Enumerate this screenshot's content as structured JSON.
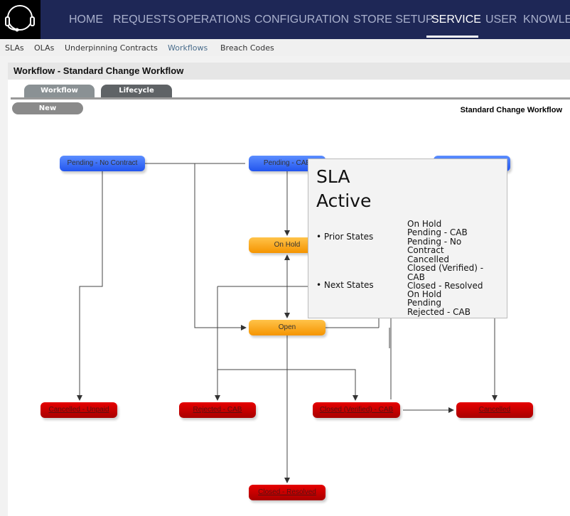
{
  "nav": {
    "items": [
      "HOME",
      "REQUESTS",
      "OPERATIONS",
      "CONFIGURATION",
      "STORE SETUP",
      "SERVICE",
      "USER",
      "KNOWLEDGE"
    ],
    "active": "SERVICE"
  },
  "subnav": {
    "items": [
      "SLAs",
      "OLAs",
      "Underpinning Contracts",
      "Workflows",
      "Breach Codes"
    ],
    "active": "Workflows"
  },
  "panel": {
    "title": "Workflow - Standard Change Workflow",
    "tabs": [
      "Workflow",
      "Lifecycle"
    ],
    "new_label": "New",
    "workflow_name": "Standard Change Workflow"
  },
  "nodes": {
    "pending_no_contract": "Pending - No Contract",
    "pending_cab": "Pending - CAB",
    "on_hold": "On Hold",
    "open": "Open",
    "cancelled_unpaid": "Cancelled - Unpaid",
    "rejected_cab": "Rejected - CAB",
    "closed_verified_cab": "Closed (Verified) - CAB",
    "cancelled": "Cancelled",
    "closed_resolved": "Closed - Resolved"
  },
  "tooltip": {
    "title": "SLA Active",
    "prior_label": "• Prior States",
    "prior_states": [
      "On Hold",
      "Pending - CAB",
      "Pending - No Contract"
    ],
    "next_label": "• Next States",
    "next_states": [
      "Cancelled",
      "Closed (Verified) - CAB",
      "Closed - Resolved",
      "On Hold",
      "Pending",
      "Rejected - CAB"
    ]
  },
  "colors": {
    "nav_bg": "#1e2756",
    "pending": "#2f66f5",
    "active": "#f8a000",
    "closed": "#d00000"
  }
}
